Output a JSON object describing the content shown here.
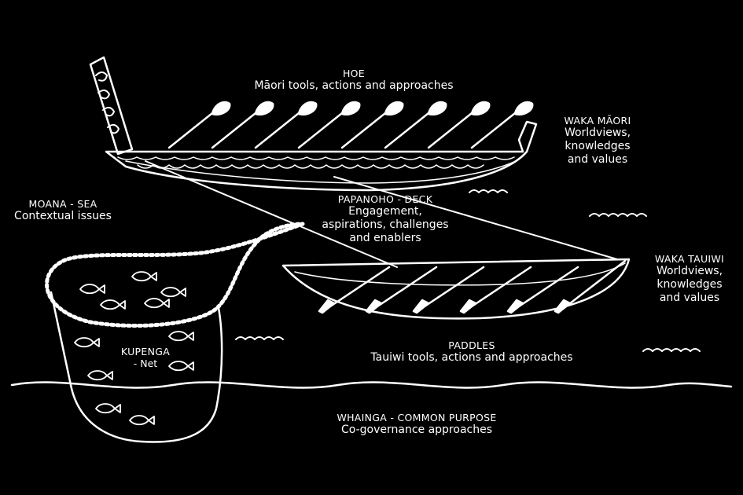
{
  "labels": {
    "hoe": {
      "heading": "HOE",
      "body": "Māori tools, actions and approaches"
    },
    "waka_maori": {
      "heading": "WAKA MĀORI",
      "body_lines": [
        "Worldviews,",
        "knowledges",
        "and values"
      ]
    },
    "moana": {
      "heading": "MOANA - SEA",
      "body": "Contextual issues"
    },
    "papanoho": {
      "heading": "PAPANOHO - DECK",
      "body_lines": [
        "Engagement,",
        "aspirations, challenges",
        "and enablers"
      ]
    },
    "waka_tauiwi": {
      "heading": "WAKA TAUIWI",
      "body_lines": [
        "Worldviews,",
        "knowledges",
        "and values"
      ]
    },
    "kupenga": {
      "heading": "KUPENGA",
      "body": "- Net"
    },
    "paddles": {
      "heading": "PADDLES",
      "body": "Tauiwi tools, actions and approaches"
    },
    "whainga": {
      "heading": "WHAINGA - COMMON PURPOSE",
      "body": "Co-governance approaches"
    }
  },
  "colors": {
    "background": "#000000",
    "line": "#ffffff"
  },
  "icons": [
    "waka-maori-canoe-icon",
    "waka-tauiwi-canoe-icon",
    "hoe-paddle-icon",
    "kupenga-net-icon",
    "fish-icon",
    "wave-icon"
  ]
}
